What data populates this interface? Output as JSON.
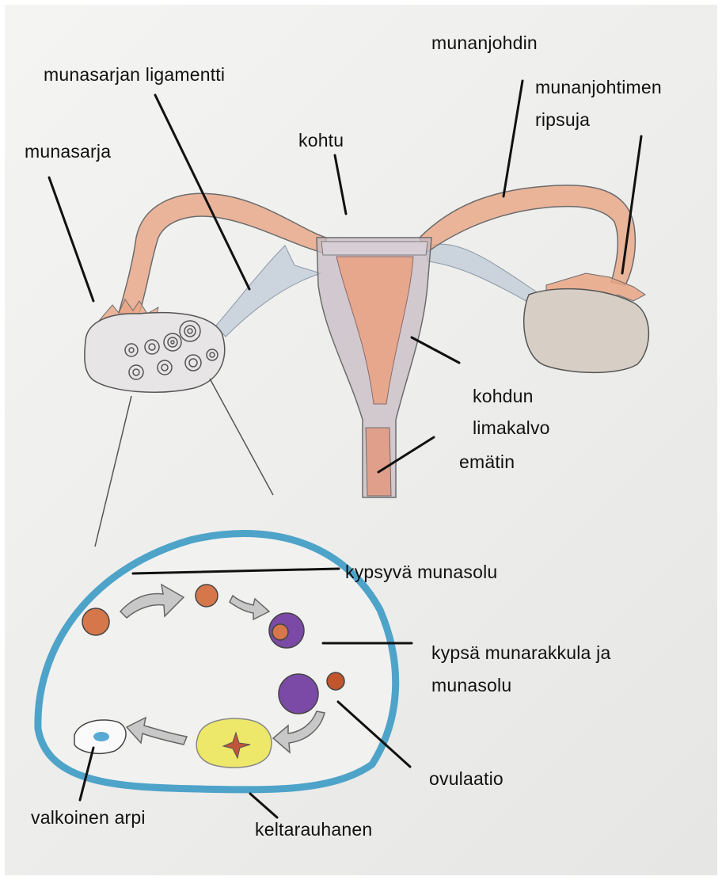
{
  "labels": {
    "munanjohdin": "munanjohdin",
    "munasarjan_ligamentti": "munasarjan ligamentti",
    "munanjohtimen_line1": "munanjohtimen",
    "munanjohtimen_line2": "ripsuja",
    "munasarja": "munasarja",
    "kohtu": "kohtu",
    "kohdun_line1": "kohdun",
    "kohdun_line2": "limakalvo",
    "ematin": "emätin",
    "kypsyva_munasolu": "kypsyvä munasolu",
    "kypsa_line1": "kypsä munarakkula ja",
    "kypsa_line2": "munasolu",
    "ovulaatio": "ovulaatio",
    "valkoinen_arpi": "valkoinen arpi",
    "keltarauhanen": "keltarauhanen"
  },
  "colors": {
    "tube": "#e9a585",
    "uterus_fill": "#e8a384",
    "uterus_wall": "#c8bcc6",
    "ligament": "#aebfcf",
    "ovary_border": "#4ea3c9",
    "egg": "#d5774a",
    "follicle": "#7b4aa6",
    "corpus_luteum": "#ede86a",
    "scar": "#58a9d3",
    "arrow": "#8d8d8d"
  }
}
